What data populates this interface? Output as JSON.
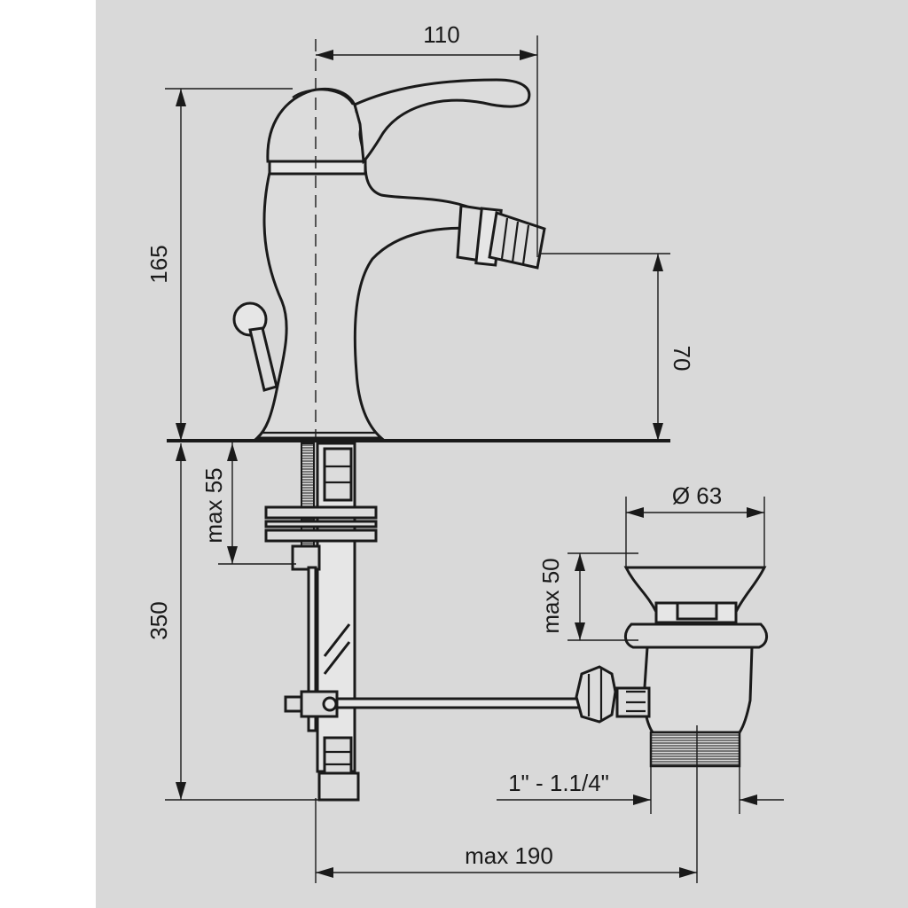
{
  "colors": {
    "background": "#d9d9d9",
    "page": "#ffffff",
    "ink": "#1a1a1a"
  },
  "dimensions": {
    "spout_reach": "110",
    "total_height": "165",
    "outlet_height": "70",
    "deck_thickness": "max 55",
    "hose_length": "350",
    "waste_diameter": "Ø 63",
    "waste_plug_height": "max 50",
    "waste_thread": "1\" - 1.1/4\"",
    "rod_reach": "max 190"
  }
}
